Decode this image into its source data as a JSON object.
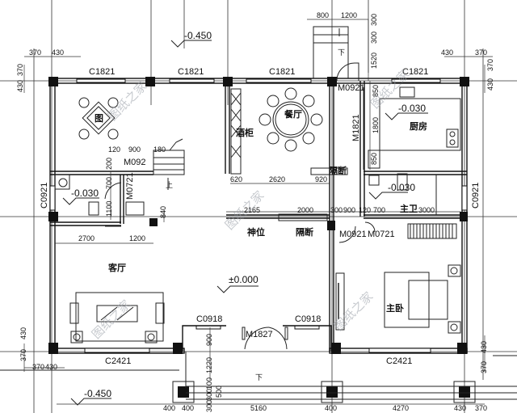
{
  "plan": {
    "type": "architectural_floor_plan",
    "elevations": {
      "exterior_top": "-0.450",
      "exterior_bottom": "-0.450",
      "interior": "±0.000",
      "kitchen": "-0.030",
      "master_bath": "-0.030",
      "laundry_bath": "-0.030"
    },
    "rooms": {
      "dining": "餐厅",
      "wine_cabinet": "酒柜",
      "kitchen": "厨房",
      "living": "客厅",
      "shrine": "神位",
      "partition_1": "隔断",
      "partition_2": "隔断",
      "master_bath": "主卫",
      "master_bed": "主卧"
    },
    "windows": {
      "top_1": "C1821",
      "top_2": "C1821",
      "top_3": "C1821",
      "top_4": "C1821",
      "left": "C0921",
      "right": "C0921",
      "bottom_left": "C2421",
      "bottom_right": "C2421",
      "porch_left": "C0918",
      "porch_right": "C0918"
    },
    "doors": {
      "stair_back": "M0921",
      "small_1": "M092",
      "small_2": "M0721",
      "kitchen": "M1821",
      "hall_1": "M0921",
      "hall_2": "M0721",
      "main": "M1827"
    },
    "dimensions": {
      "top_left_h": [
        "370",
        "430"
      ],
      "top_left_v": [
        "370",
        "430"
      ],
      "top_right_h": [
        "430",
        "370"
      ],
      "top_right_v": [
        "370",
        "430"
      ],
      "stair_top": [
        "800",
        "1200"
      ],
      "stair_vertical": [
        "300",
        "300",
        "1520"
      ],
      "kitchen_vertical": [
        "850",
        "1800",
        "850"
      ],
      "stair_small": [
        "120",
        "900",
        "180"
      ],
      "bath_vertical": [
        "200",
        "700",
        "1100",
        "840"
      ],
      "living_bottom": [
        "2700",
        "1200"
      ],
      "dining_row": [
        "620",
        "2620",
        "920"
      ],
      "hall_row": [
        "2165",
        "2000",
        "300",
        "900",
        "120",
        "700",
        "3000"
      ],
      "porch_vertical": [
        "900",
        "1220",
        "100",
        "300",
        "300",
        "500"
      ],
      "bottom_left_h": [
        "370",
        "430"
      ],
      "bottom_left_v": [
        "430",
        "370"
      ],
      "bottom_right_v": [
        "430",
        "370"
      ],
      "bottom_row": [
        "400",
        "400",
        "5160",
        "400",
        "4270",
        "430",
        "370"
      ]
    },
    "annotations": {
      "down_arrow_top": "下",
      "down_arrow_bottom": "下",
      "stair_up": "上",
      "furniture_tea": "图"
    },
    "watermark": "图纸之家"
  }
}
